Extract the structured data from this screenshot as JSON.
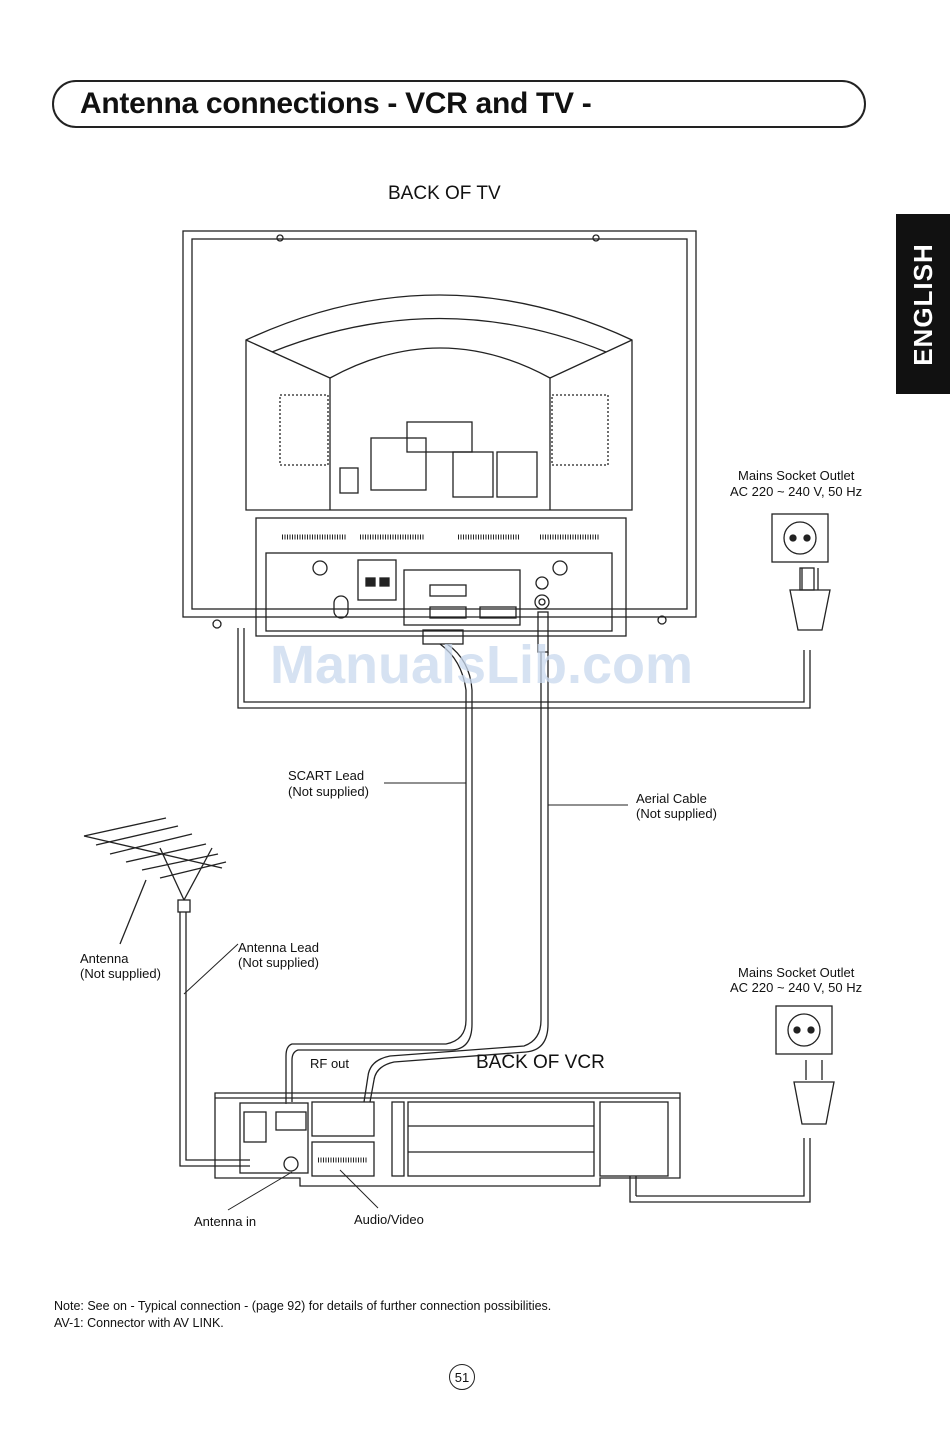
{
  "title": "Antenna connections - VCR and TV -",
  "language_tab": "ENGLISH",
  "watermark": "ManualsLib.com",
  "labels": {
    "back_of_tv": "BACK OF TV",
    "back_of_vcr": "BACK OF VCR",
    "mains_top_1": "Mains Socket Outlet",
    "mains_top_2": "AC 220 ~ 240 V, 50 Hz",
    "mains_bottom_1": "Mains Socket Outlet",
    "mains_bottom_2": "AC 220 ~ 240 V, 50 Hz",
    "scart_1": "SCART Lead",
    "scart_2": "(Not supplied)",
    "aerial_1": "Aerial Cable",
    "aerial_2": "(Not supplied)",
    "antenna_1": "Antenna",
    "antenna_2": "(Not supplied)",
    "antenna_lead_1": "Antenna Lead",
    "antenna_lead_2": "(Not supplied)",
    "rf_out": "RF out",
    "antenna_in": "Antenna in",
    "audio_video": "Audio/Video"
  },
  "notes": {
    "line1": "Note: See on - Typical connection - (page 92) for details of further connection possibilities.",
    "line2": "AV-1: Connector with AV LINK."
  },
  "page_number": "51"
}
